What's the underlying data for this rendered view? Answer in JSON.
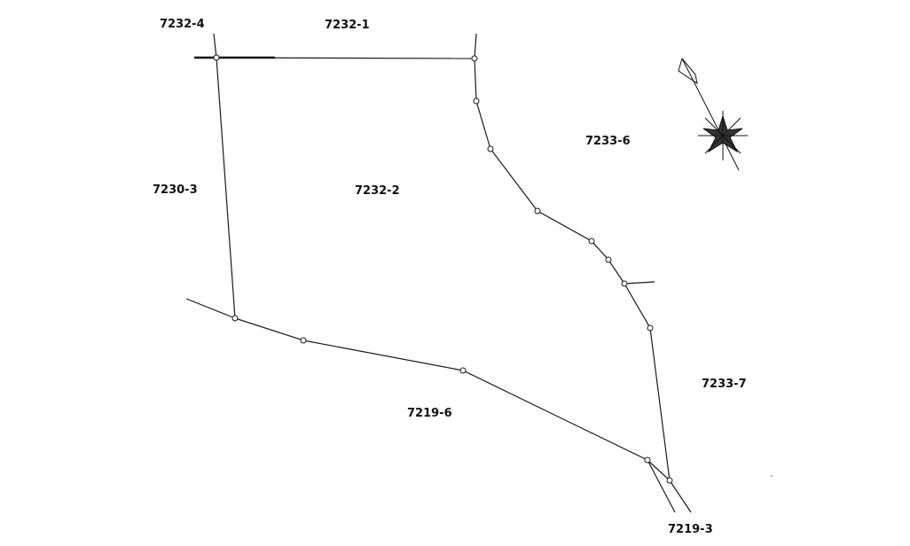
{
  "parcels": {
    "p7232_4": "7232-4",
    "p7232_1": "7232-1",
    "p7233_6": "7233-6",
    "p7230_3": "7230-3",
    "p7232_2": "7232-2",
    "p7233_7": "7233-7",
    "p7219_6": "7219-6",
    "p7219_3": "7219-3"
  },
  "colors": {
    "line": "#1a1a1a",
    "background": "#ffffff"
  },
  "icons": {
    "north_arrow": "north-arrow-icon"
  }
}
